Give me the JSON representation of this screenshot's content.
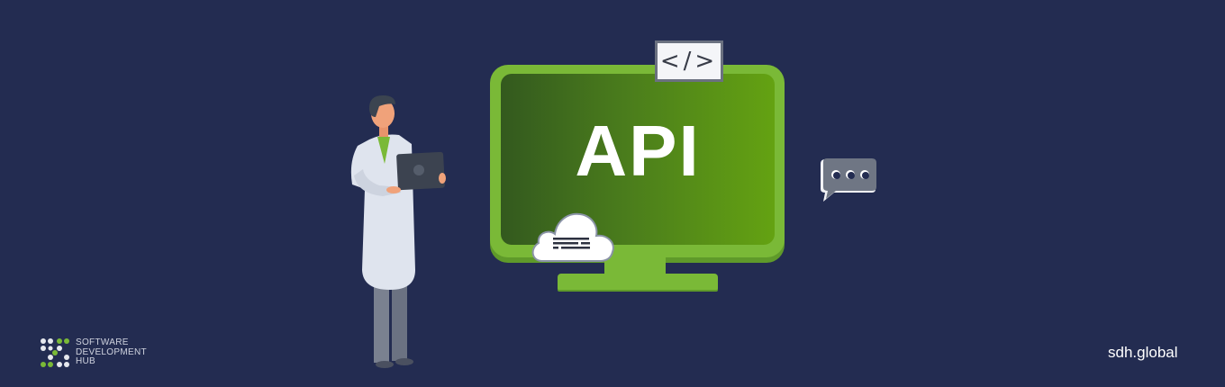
{
  "banner": {
    "headline": "API",
    "code_tag": "</>",
    "background_color": "#232c51",
    "accent_color": "#7ab937"
  },
  "brand": {
    "logo_lines": [
      "SOFTWARE",
      "DEVELOPMENT",
      "HUB"
    ],
    "website": "sdh.global"
  },
  "illustration": {
    "icons": [
      "monitor-icon",
      "code-tag-icon",
      "cloud-icon",
      "chat-bubble-icon",
      "person-with-laptop-illustration"
    ]
  }
}
